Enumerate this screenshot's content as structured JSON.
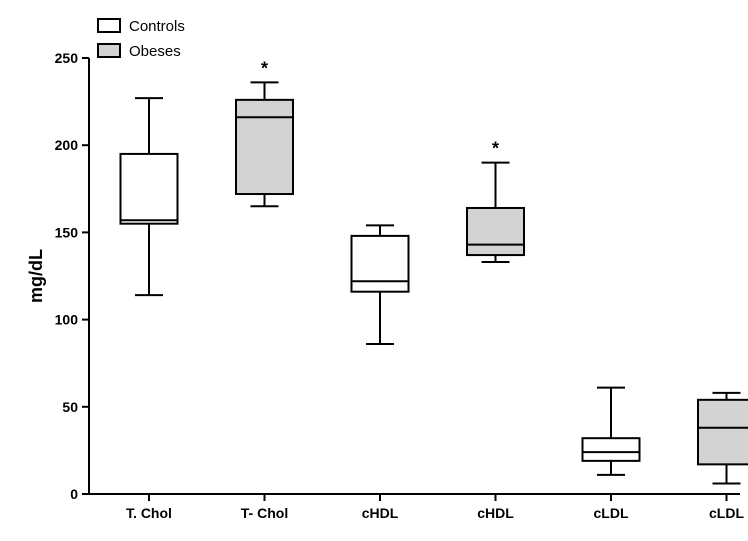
{
  "chart_data": {
    "type": "box",
    "ylabel": "mg/dL",
    "xlabel": "",
    "title": "",
    "ylim": [
      0,
      250
    ],
    "yticks": [
      0,
      50,
      100,
      150,
      200,
      250
    ],
    "legend": {
      "position": "top-left",
      "entries": [
        {
          "label": "Controls",
          "color": "#ffffff"
        },
        {
          "label": "Obeses",
          "color": "#d3d3d3"
        }
      ]
    },
    "categories": [
      "T. Chol",
      "T- Chol",
      "cHDL",
      "cHDL",
      "cLDL",
      "cLDL"
    ],
    "boxes": [
      {
        "category": "T. Chol",
        "group": "Controls",
        "min": 114,
        "q1": 155,
        "median": 157,
        "q3": 195,
        "max": 227,
        "annotation": ""
      },
      {
        "category": "T- Chol",
        "group": "Obeses",
        "min": 165,
        "q1": 172,
        "median": 216,
        "q3": 226,
        "max": 236,
        "annotation": "*"
      },
      {
        "category": "cHDL",
        "group": "Controls",
        "min": 86,
        "q1": 116,
        "median": 122,
        "q3": 148,
        "max": 154,
        "annotation": ""
      },
      {
        "category": "cHDL",
        "group": "Obeses",
        "min": 133,
        "q1": 137,
        "median": 143,
        "q3": 164,
        "max": 190,
        "annotation": "*"
      },
      {
        "category": "cLDL",
        "group": "Controls",
        "min": 11,
        "q1": 19,
        "median": 24,
        "q3": 32,
        "max": 61,
        "annotation": ""
      },
      {
        "category": "cLDL",
        "group": "Obeses",
        "min": 6,
        "q1": 17,
        "median": 38,
        "q3": 54,
        "max": 58,
        "annotation": ""
      }
    ]
  }
}
